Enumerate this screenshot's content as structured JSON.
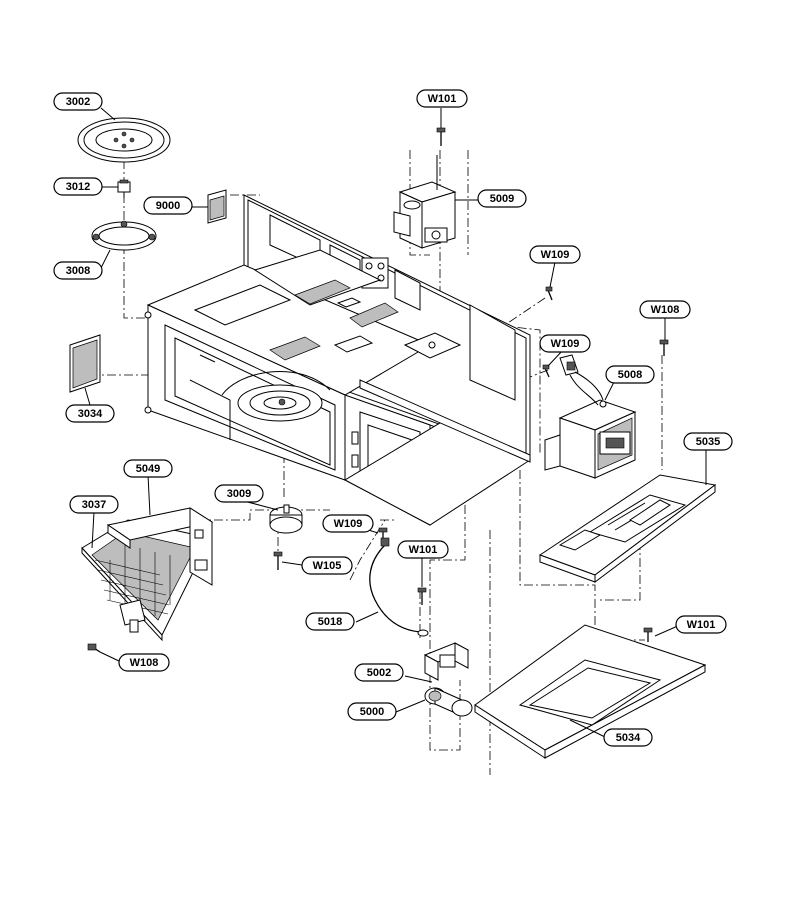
{
  "labels": {
    "3002": "3002",
    "3012": "3012",
    "3008": "3008",
    "3034": "3034",
    "3009": "3009",
    "3037": "3037",
    "5049": "5049",
    "9000": "9000",
    "W101_top": "W101",
    "5009": "5009",
    "W109_a": "W109",
    "W109_b": "W109",
    "W108_right": "W108",
    "5008": "5008",
    "5035": "5035",
    "W109_c": "W109",
    "W105": "W105",
    "W101_mid": "W101",
    "5018": "5018",
    "5002": "5002",
    "5000": "5000",
    "5034": "5034",
    "W101_right": "W101",
    "W108_left": "W108"
  }
}
